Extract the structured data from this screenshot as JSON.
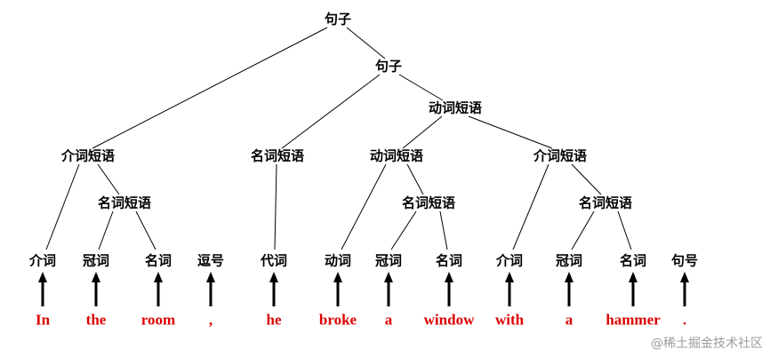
{
  "nodes": {
    "root": "句子",
    "s2": "句子",
    "vp3": "动词短语",
    "pp_left": "介词短语",
    "np_subj": "名词短语",
    "vp4": "动词短语",
    "pp_right": "介词短语",
    "np_left": "名词短语",
    "np_mid": "名词短语",
    "np_right": "名词短语"
  },
  "pos_tags": [
    "介词",
    "冠词",
    "名词",
    "逗号",
    "代词",
    "动词",
    "冠词",
    "名词",
    "介词",
    "冠词",
    "名词",
    "句号"
  ],
  "words": [
    "In",
    "the",
    "room",
    ",",
    "he",
    "broke",
    "a",
    "window",
    "with",
    "a",
    "hammer",
    "."
  ],
  "watermark": "@稀土掘金技术社区",
  "colors": {
    "word_color": "#dd0000",
    "line_color": "#000000",
    "watermark_color": "#9b9b9b",
    "background": "#ffffff"
  }
}
